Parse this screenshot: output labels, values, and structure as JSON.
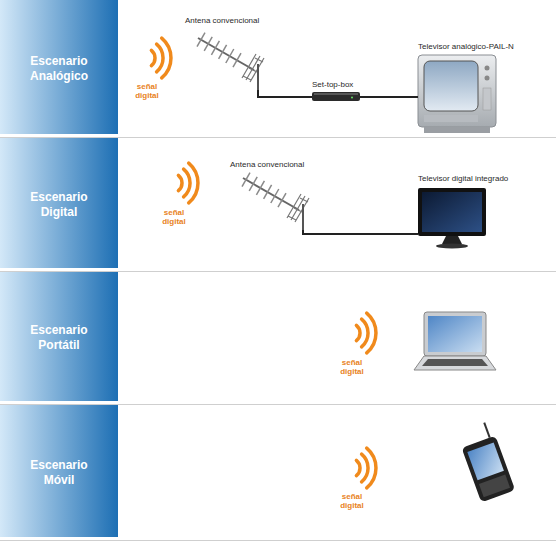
{
  "diagram": {
    "nodes": [
      {
        "text": [
          "Escenario Analógico"
        ]
      },
      {
        "text": [
          "Antena convencional"
        ],
        "in": 0
      },
      {
        "text": [
          "Set-top-box"
        ],
        "in": 0
      },
      {
        "text": [
          "Televisor analógico-PAIL-N"
        ],
        "in": 0
      },
      {
        "text": [
          "Escenario Digital"
        ]
      },
      {
        "text": [
          "Antena convencional"
        ],
        "in": 4
      },
      {
        "text": [
          "Televisor digital integrado"
        ],
        "in": 4
      },
      {
        "text": [
          "Escenario Portátil"
        ]
      },
      {
        "text": [
          "Escenario Móvil"
        ]
      }
    ],
    "edges": [
      {
        "from": 1,
        "to": 2,
        "arrow": "none"
      },
      {
        "from": 2,
        "to": 3,
        "arrow": "none"
      },
      {
        "from": 5,
        "to": 6,
        "arrow": "none"
      }
    ],
    "labels": [
      "señal digital",
      "señal digital",
      "señal digital",
      "señal digital"
    ]
  }
}
